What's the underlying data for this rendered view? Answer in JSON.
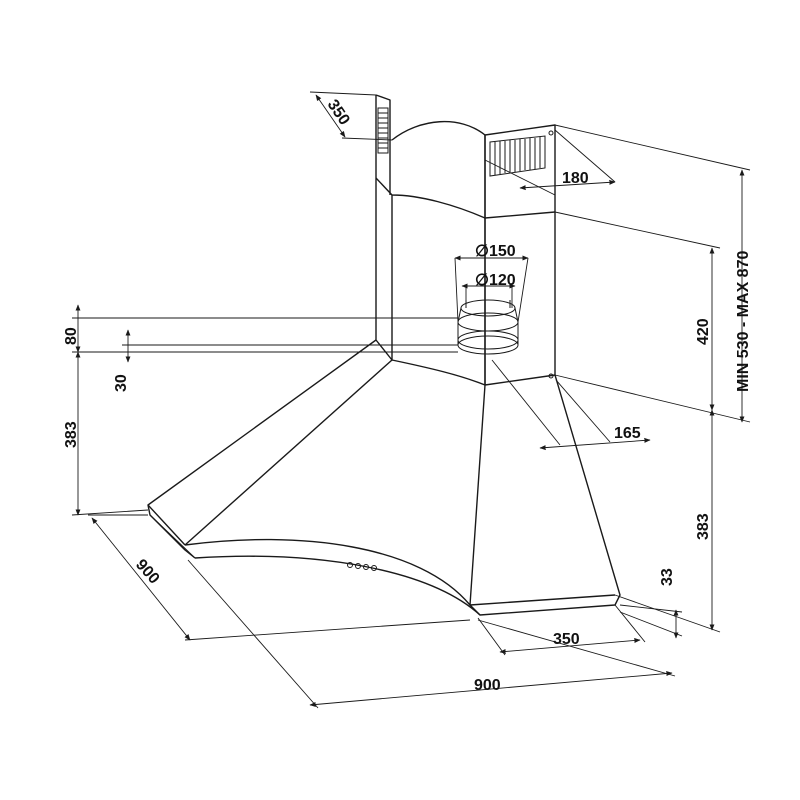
{
  "dimensions": {
    "chimney_depth": "350",
    "chimney_width": "180",
    "outlet_outer": "∅150",
    "outlet_inner": "∅120",
    "height_range": "MIN 530 - MAX 870",
    "upper_chimney": "420",
    "collar_height": "80",
    "collar_offset": "30",
    "left_height": "383",
    "right_height": "383",
    "rear_depth": "165",
    "canopy_thickness": "33",
    "front_width": "350",
    "side_width_left": "900",
    "side_width_bottom": "900"
  },
  "colors": {
    "stroke": "#1a1a1a",
    "background": "#ffffff"
  }
}
